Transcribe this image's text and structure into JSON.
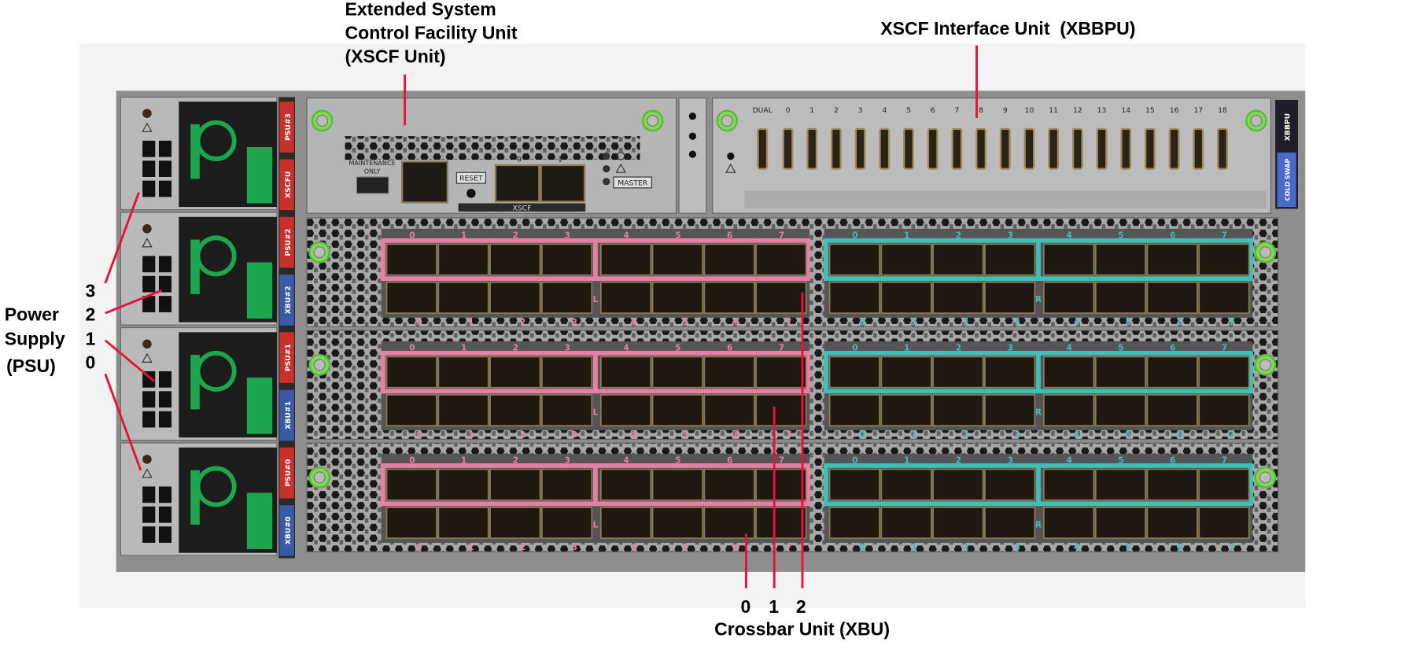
{
  "callouts": {
    "xscf_unit": [
      "Extended System",
      "Control Facility Unit",
      "(XSCF Unit)"
    ],
    "xbbpu": "XSCF Interface Unit  (XBBPU)",
    "psu": {
      "label": [
        "Power",
        "Supply",
        "(PSU)"
      ],
      "numbers": [
        "3",
        "2",
        "1",
        "0"
      ]
    },
    "xbu": {
      "numbers": [
        "0",
        "1",
        "2"
      ],
      "label": "Crossbar Unit (XBU)"
    }
  },
  "xscf_panel": {
    "maintenance": [
      "MAINTENANCE",
      "ONLY"
    ],
    "reset": "RESET",
    "port_numbers": [
      "0",
      "1"
    ],
    "master": "MASTER",
    "name": "XSCF"
  },
  "xbbpu_panel": {
    "ports": [
      "DUAL",
      "0",
      "1",
      "2",
      "3",
      "4",
      "5",
      "6",
      "7",
      "8",
      "9",
      "10",
      "11",
      "12",
      "13",
      "14",
      "15",
      "16",
      "17",
      "18"
    ],
    "tag": "XBBPU",
    "cold_swap": "COLD SWAP"
  },
  "strip_labels": [
    {
      "text": "PSU#3",
      "color": "#c8302c"
    },
    {
      "text": "XSCFU",
      "color": "#c8302c"
    },
    {
      "text": "PSU#2",
      "color": "#c8302c"
    },
    {
      "text": "XBU#2",
      "color": "#3a5aa8"
    },
    {
      "text": "PSU#1",
      "color": "#c8302c"
    },
    {
      "text": "XBU#1",
      "color": "#3a5aa8"
    },
    {
      "text": "PSU#0",
      "color": "#c8302c"
    },
    {
      "text": "XBU#0",
      "color": "#3a5aa8"
    }
  ],
  "xbu_panel": {
    "port_numbers": [
      "0",
      "1",
      "2",
      "3",
      "4",
      "5",
      "6",
      "7"
    ],
    "left_marker": "L",
    "right_marker": "R"
  },
  "colors": {
    "callout_line": "#e8103c",
    "pink": "#e97ea3",
    "teal": "#3fc0b4",
    "latch_green": "#1ea64e",
    "screw_green": "#7ed957"
  }
}
